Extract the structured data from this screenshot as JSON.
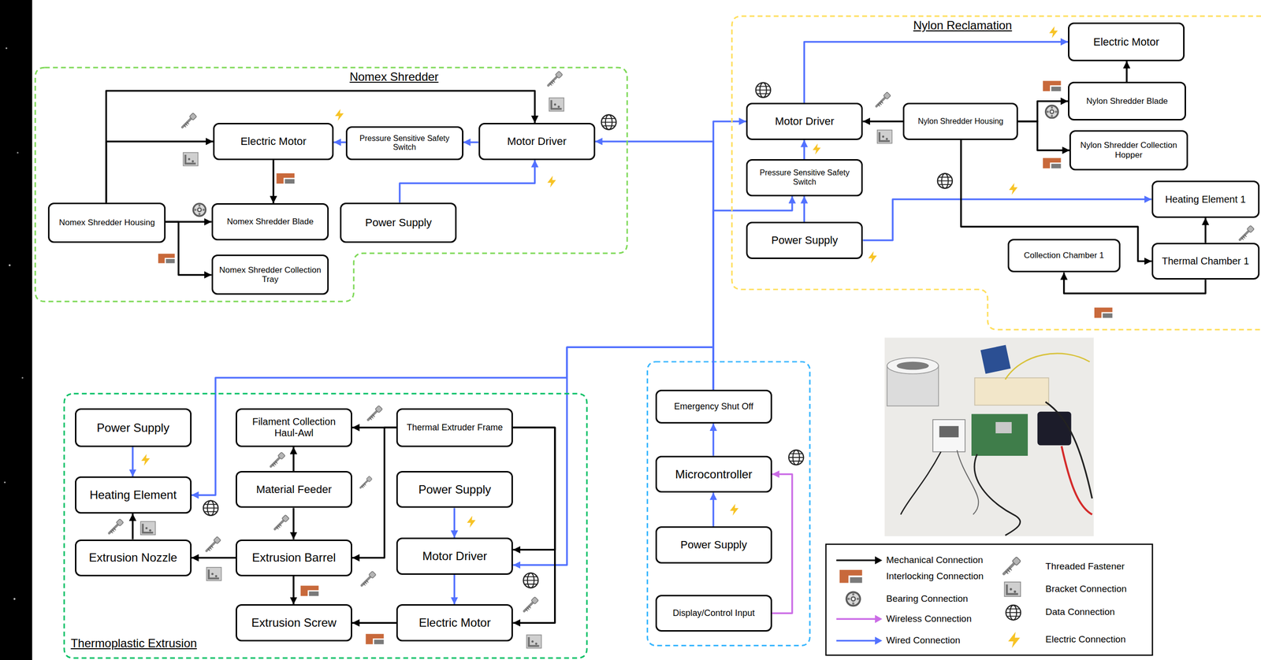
{
  "diagram": {
    "nodes": [
      {
        "text": [
          "Nomex Shredder"
        ]
      },
      {
        "text": [
          "Electric Motor"
        ],
        "in": 0
      },
      {
        "text": [
          "Pressure Sensitive Safety Switch"
        ],
        "in": 0
      },
      {
        "text": [
          "Motor Driver"
        ],
        "in": 0
      },
      {
        "text": [
          "Nomex Shredder Housing"
        ],
        "in": 0
      },
      {
        "text": [
          "Nomex Shredder Blade"
        ],
        "in": 0
      },
      {
        "text": [
          "Power Supply"
        ],
        "in": 0
      },
      {
        "text": [
          "Nomex Shredder Collection Tray"
        ],
        "in": 0
      },
      {
        "text": [
          "Nylon Reclamation"
        ]
      },
      {
        "text": [
          "Electric Motor"
        ],
        "in": 8
      },
      {
        "text": [
          "Motor Driver"
        ],
        "in": 8
      },
      {
        "text": [
          "Nylon Shredder Housing"
        ],
        "in": 8
      },
      {
        "text": [
          "Nylon Shredder Blade"
        ],
        "in": 8
      },
      {
        "text": [
          "Nylon Shredder Collection Hopper"
        ],
        "in": 8
      },
      {
        "text": [
          "Pressure Sensitive Safety Switch"
        ],
        "in": 8
      },
      {
        "text": [
          "Heating Element 1"
        ],
        "in": 8
      },
      {
        "text": [
          "Power Supply"
        ],
        "in": 8
      },
      {
        "text": [
          "Collection Chamber 1"
        ],
        "in": 8
      },
      {
        "text": [
          "Thermal Chamber 1"
        ],
        "in": 8
      },
      {
        "text": [
          "Emergency Shut Off"
        ]
      },
      {
        "text": [
          "Microcontroller"
        ]
      },
      {
        "text": [
          "Power Supply"
        ]
      },
      {
        "text": [
          "Display/Control Input"
        ]
      },
      {
        "text": [
          "Thermoplastic Extrusion"
        ]
      },
      {
        "text": [
          "Power Supply"
        ],
        "in": 23
      },
      {
        "text": [
          "Filament Collection Haul-Awl"
        ],
        "in": 23
      },
      {
        "text": [
          "Thermal Extruder Frame"
        ],
        "in": 23
      },
      {
        "text": [
          "Heating Element"
        ],
        "in": 23
      },
      {
        "text": [
          "Material Feeder"
        ],
        "in": 23
      },
      {
        "text": [
          "Power Supply"
        ],
        "in": 23
      },
      {
        "text": [
          "Extrusion Nozzle"
        ],
        "in": 23
      },
      {
        "text": [
          "Extrusion Barrel"
        ],
        "in": 23
      },
      {
        "text": [
          "Motor Driver"
        ],
        "in": 23
      },
      {
        "text": [
          "Extrusion Screw"
        ],
        "in": 23
      },
      {
        "text": [
          "Electric Motor"
        ],
        "in": 23
      }
    ],
    "edges": [
      {
        "from": 4,
        "to": 3,
        "arrow": "to"
      },
      {
        "from": 4,
        "to": 1,
        "arrow": "to"
      },
      {
        "from": 4,
        "to": 5,
        "arrow": "to"
      },
      {
        "from": 4,
        "to": 7,
        "arrow": "to"
      },
      {
        "from": 1,
        "to": 5,
        "arrow": "to"
      },
      {
        "from": 2,
        "to": 1,
        "arrow": "to"
      },
      {
        "from": 3,
        "to": 2,
        "arrow": "to"
      },
      {
        "from": 6,
        "to": 3,
        "arrow": "to"
      },
      {
        "from": 19,
        "to": 3,
        "arrow": "to"
      },
      {
        "from": 10,
        "to": 9,
        "arrow": "to"
      },
      {
        "from": 11,
        "to": 10,
        "arrow": "to"
      },
      {
        "from": 11,
        "to": 12,
        "arrow": "to"
      },
      {
        "from": 11,
        "to": 13,
        "arrow": "to"
      },
      {
        "from": 12,
        "to": 9,
        "arrow": "to"
      },
      {
        "from": 14,
        "to": 10,
        "arrow": "to"
      },
      {
        "from": 16,
        "to": 14,
        "arrow": "to"
      },
      {
        "from": 16,
        "to": 15,
        "arrow": "to"
      },
      {
        "from": 11,
        "to": 18,
        "arrow": "to"
      },
      {
        "from": 18,
        "to": 15,
        "arrow": "to"
      },
      {
        "from": 18,
        "to": 17,
        "arrow": "to"
      },
      {
        "from": 19,
        "to": 10,
        "arrow": "to"
      },
      {
        "from": 19,
        "to": 14,
        "arrow": "to"
      },
      {
        "from": 20,
        "to": 19,
        "arrow": "to"
      },
      {
        "from": 21,
        "to": 20,
        "arrow": "to"
      },
      {
        "from": 22,
        "to": 20,
        "arrow": "to"
      },
      {
        "from": 19,
        "to": 27,
        "arrow": "to"
      },
      {
        "from": 19,
        "to": 32,
        "arrow": "to"
      },
      {
        "from": 24,
        "to": 27,
        "arrow": "to"
      },
      {
        "from": 30,
        "to": 27,
        "arrow": "to"
      },
      {
        "from": 31,
        "to": 30,
        "arrow": "to"
      },
      {
        "from": 26,
        "to": 25,
        "arrow": "to"
      },
      {
        "from": 26,
        "to": 31,
        "arrow": "to"
      },
      {
        "from": 28,
        "to": 25,
        "arrow": "to"
      },
      {
        "from": 28,
        "to": 31,
        "arrow": "to"
      },
      {
        "from": 31,
        "to": 33,
        "arrow": "to"
      },
      {
        "from": 34,
        "to": 33,
        "arrow": "to"
      },
      {
        "from": 29,
        "to": 32,
        "arrow": "to"
      },
      {
        "from": 32,
        "to": 34,
        "arrow": "to"
      },
      {
        "from": 26,
        "to": 32,
        "arrow": "to"
      },
      {
        "from": 26,
        "to": 34,
        "arrow": "to"
      }
    ],
    "legend": [
      {
        "text": "Mechanical Connection"
      },
      {
        "text": "Interlocking Connection"
      },
      {
        "text": "Bearing Connection"
      },
      {
        "text": "Wireless Connection"
      },
      {
        "text": "Wired Connection"
      },
      {
        "text": "Threaded Fastener"
      },
      {
        "text": "Bracket Connection"
      },
      {
        "text": "Data Connection"
      },
      {
        "text": "Electric Connection"
      }
    ]
  }
}
